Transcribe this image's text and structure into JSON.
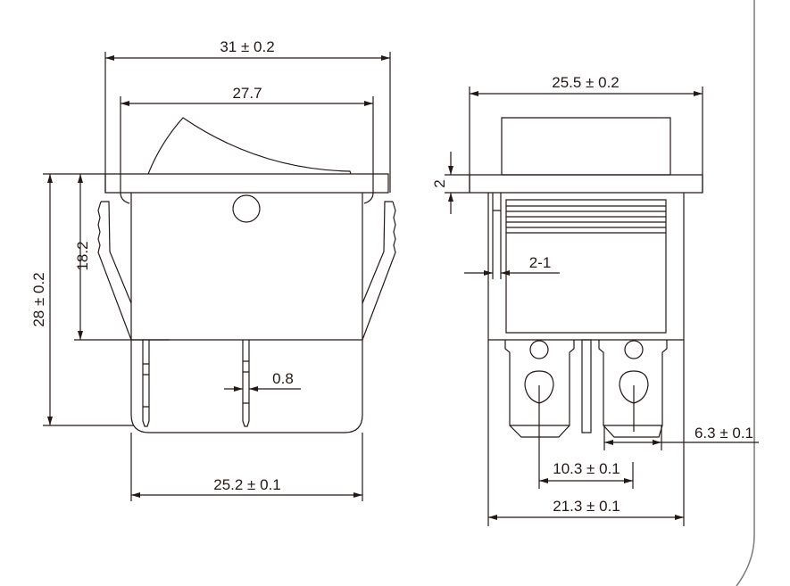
{
  "front_view": {
    "overall_width": "31 ± 0.2",
    "rocker_width": "27.7",
    "overall_height": "28 ± 0.2",
    "body_height": "18.2",
    "terminal_thickness": "0.8",
    "body_width": "25.2 ± 0.1"
  },
  "side_view": {
    "flange_width": "25.5 ± 0.2",
    "flange_thickness": "2",
    "clip_gap": "2-1",
    "terminal_width": "6.3 ± 0.1",
    "terminal_pitch": "10.3 ± 0.1",
    "body_depth": "21.3 ± 0.1"
  },
  "colors": {
    "line": "#231815",
    "frame": "#7a7a7a"
  }
}
